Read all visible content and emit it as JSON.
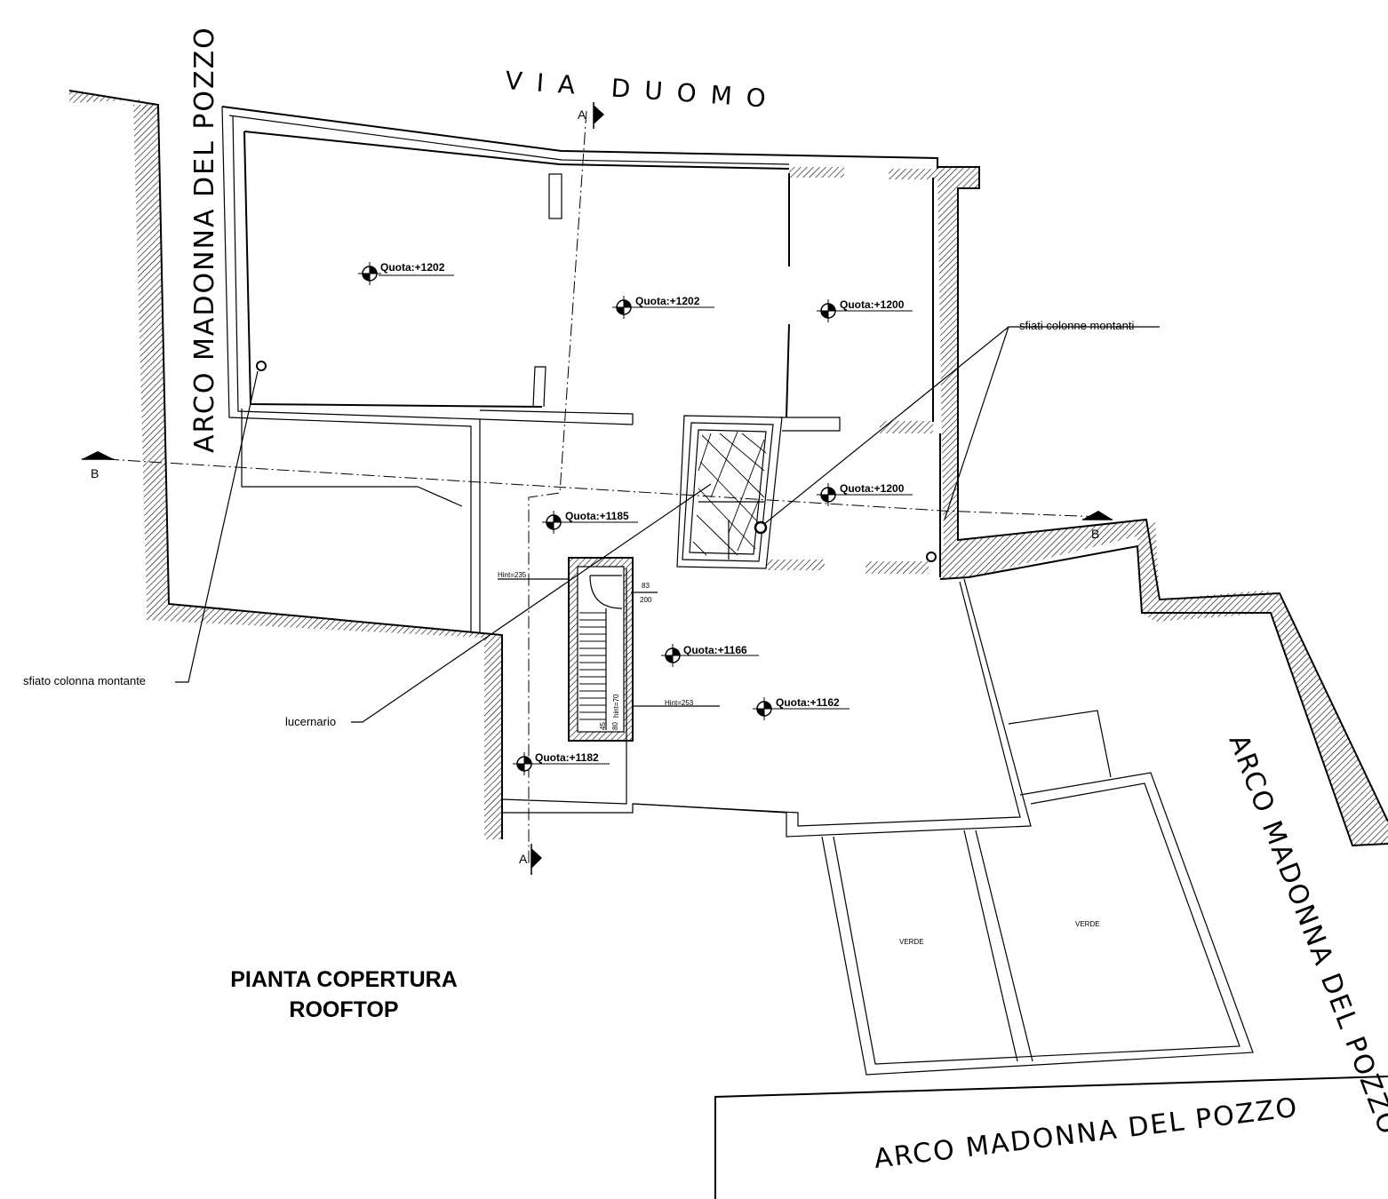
{
  "streets": {
    "top": "VIA DUOMO",
    "left": "ARCO MADONNA DEL POZZO",
    "right": "ARCO MADONNA DEL POZZO",
    "bottom": "ARCO MADONNA DEL POZZO"
  },
  "elevations": {
    "q1": "Quota:+1202",
    "q2": "Quota:+1202",
    "q3": "Quota:+1200",
    "q4": "Quota:+1200",
    "q5": "Quota:+1185",
    "q6": "Quota:+1166",
    "q7": "Quota:+1162",
    "q8": "Quota:+1182"
  },
  "annotations": {
    "sfiati": "sfiati colonne montanti",
    "sfiato": "sfiato colonna montante",
    "lucernario": "lucernario",
    "hint1": "Hint=235",
    "hint2": "Hint=253",
    "dim_a": "83",
    "dim_b": "200",
    "hint_stair": "hint=70",
    "dim_45": "45",
    "dim_80": "80",
    "verde1": "VERDE",
    "verde2": "VERDE"
  },
  "sections": {
    "a_top": "A",
    "a_bottom": "A",
    "b_left": "B",
    "b_right": "B"
  },
  "title": {
    "line1": "PIANTA COPERTURA",
    "line2": "ROOFTOP"
  }
}
